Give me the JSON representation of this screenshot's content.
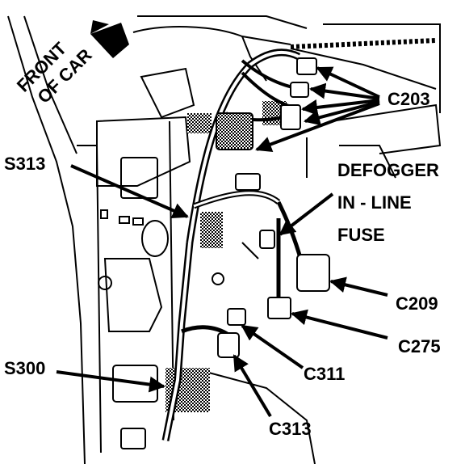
{
  "orientation": {
    "front_of_car_line1": "FRONT",
    "front_of_car_line2": "OF CAR"
  },
  "callouts": {
    "c203": "C203",
    "s313": "S313",
    "defogger_line1": "DEFOGGER",
    "defogger_line2": "IN - LINE",
    "defogger_line3": "FUSE",
    "c209": "C209",
    "c275": "C275",
    "c311": "C311",
    "s300": "S300",
    "c313": "C313"
  },
  "colors": {
    "ink": "#000000",
    "paper": "#ffffff",
    "shade": "#9a9a9a"
  }
}
